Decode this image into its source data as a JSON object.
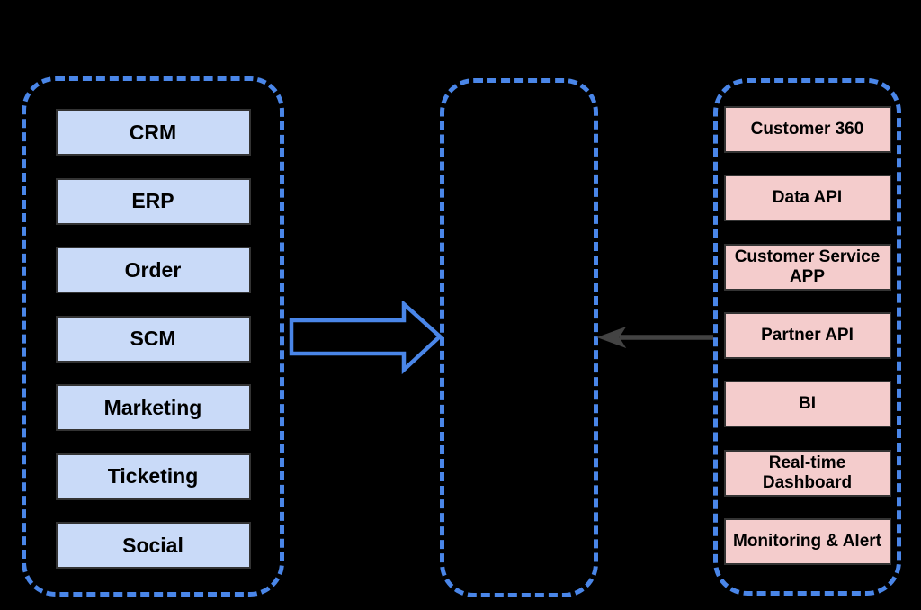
{
  "colors": {
    "background": "#000000",
    "dashed_border_blue": "#4a86e8",
    "source_box_fill": "#c9daf8",
    "output_box_fill": "#f4cccc",
    "box_border": "#333333",
    "box_text": "#000000",
    "ingest_arrow_blue": "#4a86e8",
    "serve_arrow_dark": "#434343"
  },
  "source_column": {
    "boxes": [
      "CRM",
      "ERP",
      "Order",
      "SCM",
      "Marketing",
      "Ticketing",
      "Social"
    ]
  },
  "middle_column": {},
  "output_column": {
    "boxes": [
      "Customer 360",
      "Data API",
      "Customer Service APP",
      "Partner API",
      "BI",
      "Real-time Dashboard",
      "Monitoring & Alert"
    ]
  },
  "arrows": {
    "ingest": "block-arrow-right",
    "serve": "arrow-left"
  }
}
